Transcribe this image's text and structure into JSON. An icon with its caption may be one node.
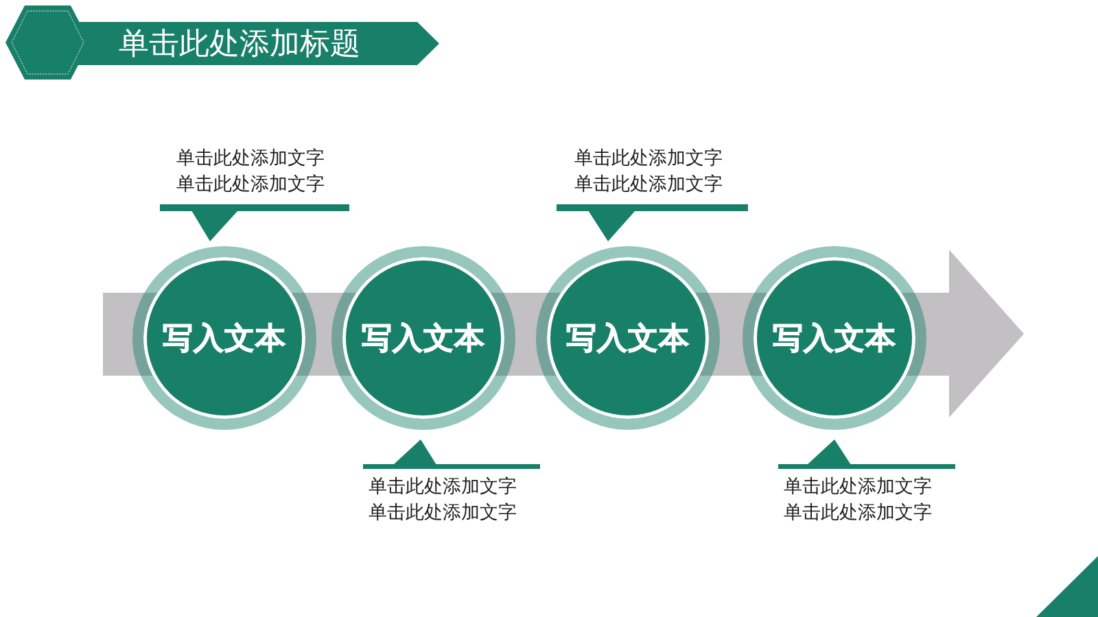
{
  "diagram": {
    "title": "单击此处添加标题",
    "nodes": [
      {
        "text": [
          "写入文本"
        ],
        "beside": [
          "单击此处添加文字",
          "单击此处添加文字"
        ]
      },
      {
        "text": [
          "写入文本"
        ],
        "beside": [
          "单击此处添加文字",
          "单击此处添加文字"
        ]
      },
      {
        "text": [
          "写入文本"
        ],
        "beside": [
          "单击此处添加文字",
          "单击此处添加文字"
        ]
      },
      {
        "text": [
          "写入文本"
        ],
        "beside": [
          "单击此处添加文字",
          "单击此处添加文字"
        ]
      }
    ]
  }
}
